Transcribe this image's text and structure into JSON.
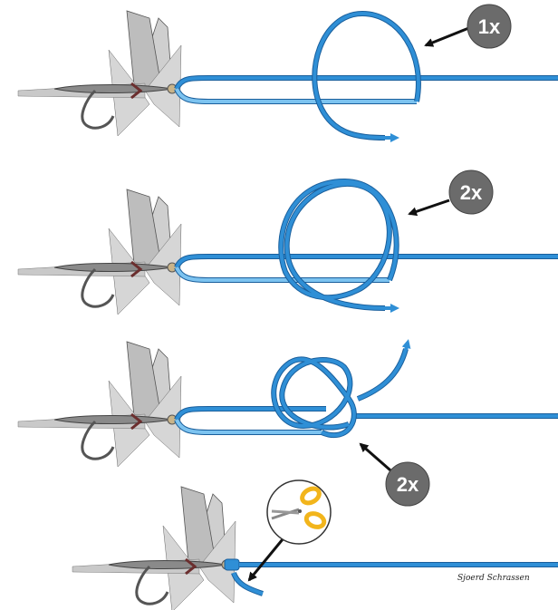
{
  "steps": [
    {
      "badge": "1x"
    },
    {
      "badge": "2x"
    },
    {
      "badge": "2x"
    }
  ],
  "signature": "Sjoerd Schrassen",
  "colors": {
    "line": "#2f8fd6",
    "line_light": "#7cc3f0",
    "line_dark": "#1a5f9c",
    "badge": "#6b6b6b",
    "arrow": "#111111",
    "scissors_handle": "#f2b51c",
    "fly_feather": "#9a9a9a",
    "fly_body": "#6b2e2e"
  },
  "icons": [
    "fly-icon",
    "scissors-icon",
    "arrow-icon"
  ]
}
